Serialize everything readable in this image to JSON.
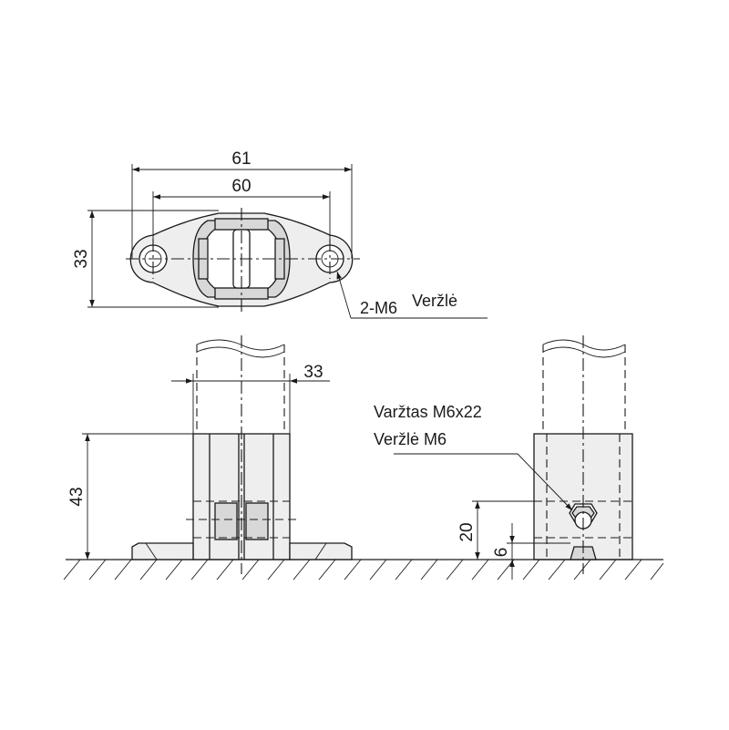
{
  "top_view": {
    "dim_overall_width": "61",
    "dim_hole_spacing": "60",
    "dim_height": "33",
    "hole_callout": "2-M6",
    "nut_label": "Veržlė"
  },
  "front_view": {
    "dim_tube_width": "33",
    "dim_height": "43"
  },
  "side_view": {
    "bolt_label": "Varžtas M6x22",
    "nut_label": "Veržlė M6",
    "dim_bolt_height": "20",
    "dim_nut_height": "6"
  }
}
